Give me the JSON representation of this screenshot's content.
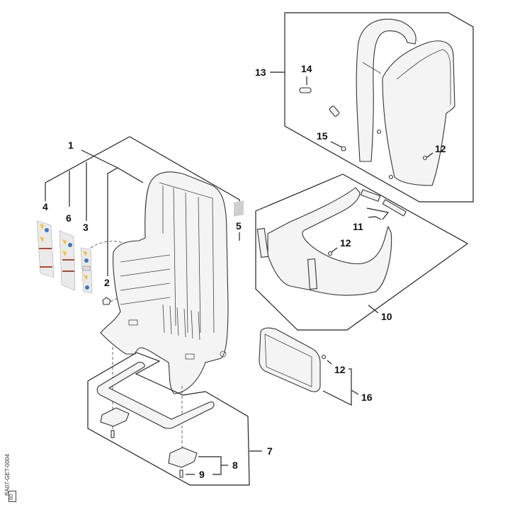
{
  "diagram": {
    "type": "exploded-parts-view",
    "reference_code": "BA07-GET-0004",
    "reference_box": "BO",
    "callouts": [
      {
        "id": "1",
        "label": "1",
        "part": "carrier frame assembly"
      },
      {
        "id": "2",
        "label": "2",
        "part": "clip"
      },
      {
        "id": "3",
        "label": "3",
        "part": "warning label set"
      },
      {
        "id": "4",
        "label": "4",
        "part": "warning label set"
      },
      {
        "id": "5",
        "label": "5",
        "part": "label plate"
      },
      {
        "id": "6",
        "label": "6",
        "part": "warning label set"
      },
      {
        "id": "7",
        "label": "7",
        "part": "support frame assembly"
      },
      {
        "id": "8",
        "label": "8",
        "part": "foot pad"
      },
      {
        "id": "9",
        "label": "9",
        "part": "screw"
      },
      {
        "id": "10",
        "label": "10",
        "part": "hip belt"
      },
      {
        "id": "11",
        "label": "11",
        "part": "buckle"
      },
      {
        "id": "12a",
        "label": "12",
        "part": "screw (back pad)"
      },
      {
        "id": "12b",
        "label": "12",
        "part": "screw (hip belt)"
      },
      {
        "id": "12c",
        "label": "12",
        "part": "screw (pad)"
      },
      {
        "id": "13",
        "label": "13",
        "part": "back padding / harness"
      },
      {
        "id": "14",
        "label": "14",
        "part": "strap slider"
      },
      {
        "id": "15",
        "label": "15",
        "part": "nut"
      },
      {
        "id": "16",
        "label": "16",
        "part": "pad set"
      }
    ]
  }
}
